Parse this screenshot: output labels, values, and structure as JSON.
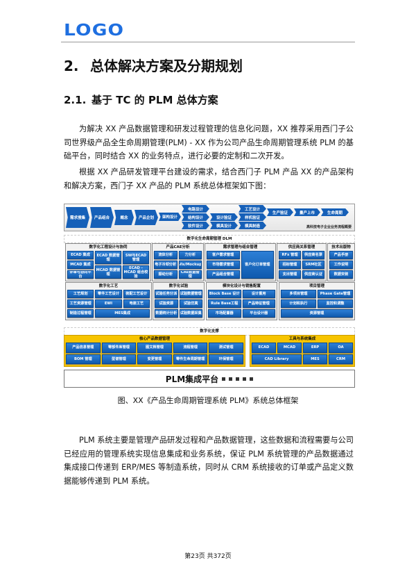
{
  "header": {
    "logo": "LOGO"
  },
  "heading1": {
    "number": "2.",
    "title": "总体解决方案及分期规划"
  },
  "heading2": {
    "number": "2.1.",
    "title": "基于 TC 的 PLM 总体方案"
  },
  "paragraphs": [
    "为解决 XX 产品数据管理和研发过程管理的信息化问题，XX 推荐采用西门子公司世界级产品全生命周期管理(PLM) - XX 作为公司产品生命周期管理系统 PLM 的基础平台，同时结合 XX 的业务特点，进行必要的定制和二次开发。",
    "根据 XX 产品研发管理平台建设的需求，结合西门子 PLM 产品 XX 的产品架构和解决方案，西门子 XX 产品的 PLM 系统总体框架如下图：",
    "PLM 系统主要是管理产品研发过程和产品数据管理，这些数据和流程需要与公司已经应用的管理系统实现信息集成和业务系统，保证 PLM 系统管理的产品数据通过集成接口传递到 ERP/MES 等制造系统，同时从 CRM 系统接收的订单或产品定义数据能够传递到 PLM 系统。"
  ],
  "figure": {
    "caption": "图、XX《产品生命周期管理系统 PLM》系统总体框架",
    "process": {
      "stages": [
        "需求搜集",
        "产品组合",
        "概念",
        "产品企划",
        "架构设计",
        "电路设计",
        "结构设计",
        "软件设计",
        "设计验证",
        "模具设计",
        "工艺设计",
        "样机验证",
        "模具制造",
        "生产验证",
        "量产上市",
        "生命周期"
      ],
      "caption": "高科技电子企业业务流程概要"
    },
    "dlm_title": "数字化生命周期管理 DLM",
    "support_title": "数字化支撑",
    "panels": [
      {
        "id": "eng",
        "title": "数字化工程设计与协同",
        "items": [
          "ECAD 集成",
          "MCAD 集成",
          "评审与协同平台",
          "ECAD 数据管理",
          "MCAD 数据管理",
          "SW与ECAD 管理",
          "ECAD - MCAD 组合校验"
        ]
      },
      {
        "id": "cae",
        "title": "产品CAE分析",
        "items": [
          "流体分析",
          "力分析",
          "电子冷却分析",
          "Vis/Mockup",
          "振动分析",
          "CAE数据管理"
        ]
      },
      {
        "id": "req",
        "title": "需求管理与组合管理",
        "items": [
          "客户需求管理",
          "市场需求管理",
          "产品组合管理",
          "客户化订单管理"
        ]
      },
      {
        "id": "srm",
        "title": "供应商关系管理",
        "items": [
          "RFx 管理",
          "供应商名录",
          "招标管理",
          "SRM社区",
          "支出管理",
          "供应商认证"
        ]
      },
      {
        "id": "pub",
        "title": "技术出版物",
        "items": [
          "产品手册",
          "工作说明",
          "数据安装"
        ]
      },
      {
        "id": "mfg",
        "title": "数字化工艺",
        "items": [
          "工艺规划",
          "零件工艺设计",
          "装配工艺设计",
          "工艺资源管理",
          "EWI",
          "电装工艺",
          "制造过程管理",
          "MES集成"
        ]
      },
      {
        "id": "test",
        "title": "数字化试验",
        "items": [
          "试验任务分派",
          "试验数据管理",
          "试验资源",
          "试验仿真",
          "数据统计分析",
          "试验数据采集"
        ]
      },
      {
        "id": "mod",
        "title": "模块化设计与销售配置",
        "items": [
          "Block Base 设计",
          "设计重用",
          "Rule Base工程",
          "产品特征管理",
          "市场配置器",
          "平台设计器"
        ]
      },
      {
        "id": "pm",
        "title": "项目管理",
        "items": [
          "多项目管理",
          "Phase Gate管理",
          "计划和执行",
          "监控和调整",
          "资源管理"
        ]
      },
      {
        "id": "core",
        "title": "核心产品数据管理",
        "items": [
          "产品信息管理",
          "BOM 管理",
          "零部件库管理",
          "型谱管理",
          "图文档管理",
          "变更管理",
          "流程管理",
          "零件生命周期管理",
          "测试管理",
          "环保管理"
        ]
      },
      {
        "id": "integ",
        "title": "工具与系统集成",
        "items": [
          "ECAD",
          "MCAD",
          "ERP",
          "OA",
          "CAD Library",
          "MES",
          "CRM"
        ]
      }
    ],
    "platform_title": "PLM集成平台"
  },
  "footer": {
    "page": "第23页  共372页"
  }
}
